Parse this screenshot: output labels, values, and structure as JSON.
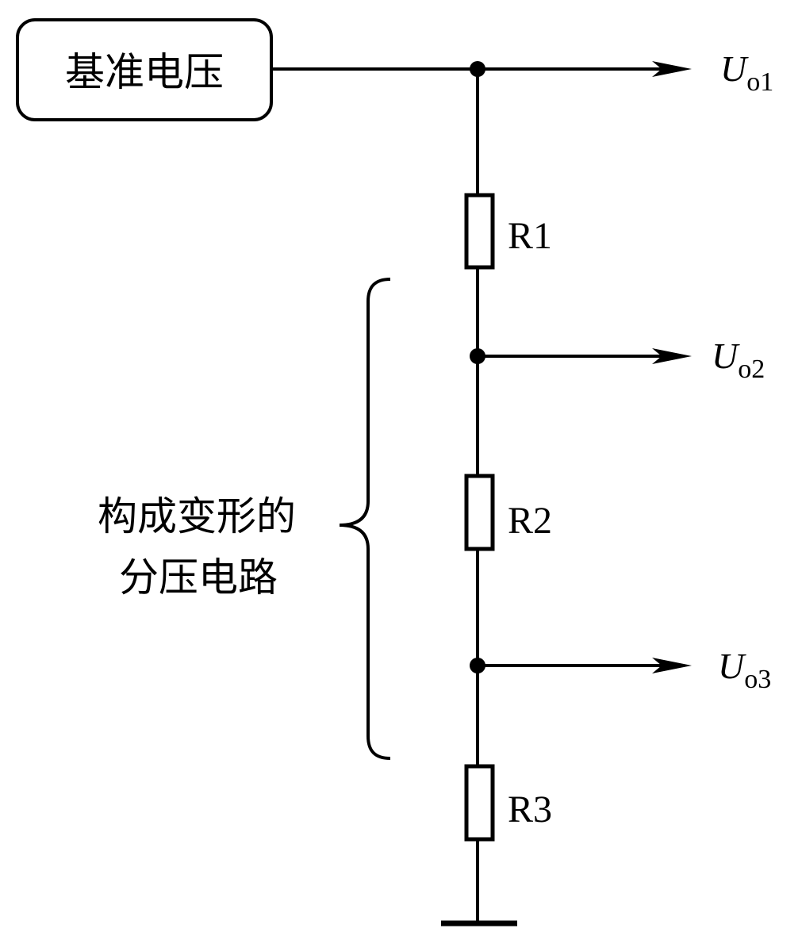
{
  "reference_box": {
    "label": "基准电压"
  },
  "resistors": [
    {
      "label": "R1"
    },
    {
      "label": "R2"
    },
    {
      "label": "R3"
    }
  ],
  "outputs": [
    {
      "symbol": "U",
      "subscript": "o1"
    },
    {
      "symbol": "U",
      "subscript": "o2"
    },
    {
      "symbol": "U",
      "subscript": "o3"
    }
  ],
  "brace_note": {
    "line1": "构成变形的",
    "line2": "分压电路"
  },
  "colors": {
    "stroke": "#000000",
    "background": "#ffffff"
  }
}
